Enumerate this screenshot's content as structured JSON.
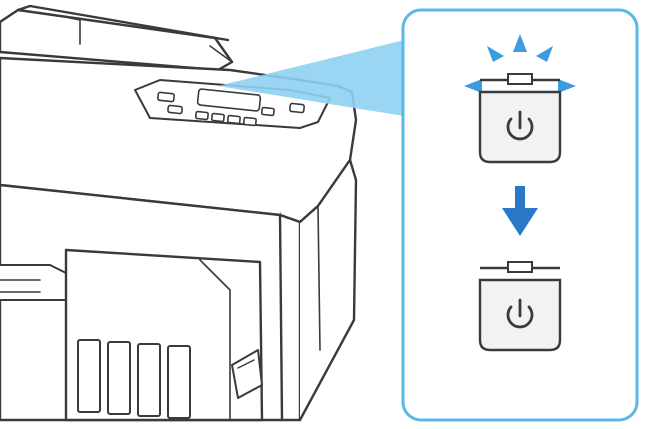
{
  "illustration": {
    "subject": "printer-power-button-instruction",
    "colors": {
      "outline": "#3a3a3a",
      "callout_border": "#5bb7e6",
      "callout_wedge": "#8fd2f3",
      "arrow": "#2a79c9",
      "led_flash": "#3d9be0",
      "button_fill": "#f2f2f2",
      "panel_fill": "#ffffff"
    },
    "icons": [
      "power-icon",
      "power-icon",
      "down-arrow-icon",
      "led-flash-rays"
    ],
    "states": [
      {
        "name": "power-lamp-flashing"
      },
      {
        "name": "power-lamp-off"
      }
    ]
  }
}
